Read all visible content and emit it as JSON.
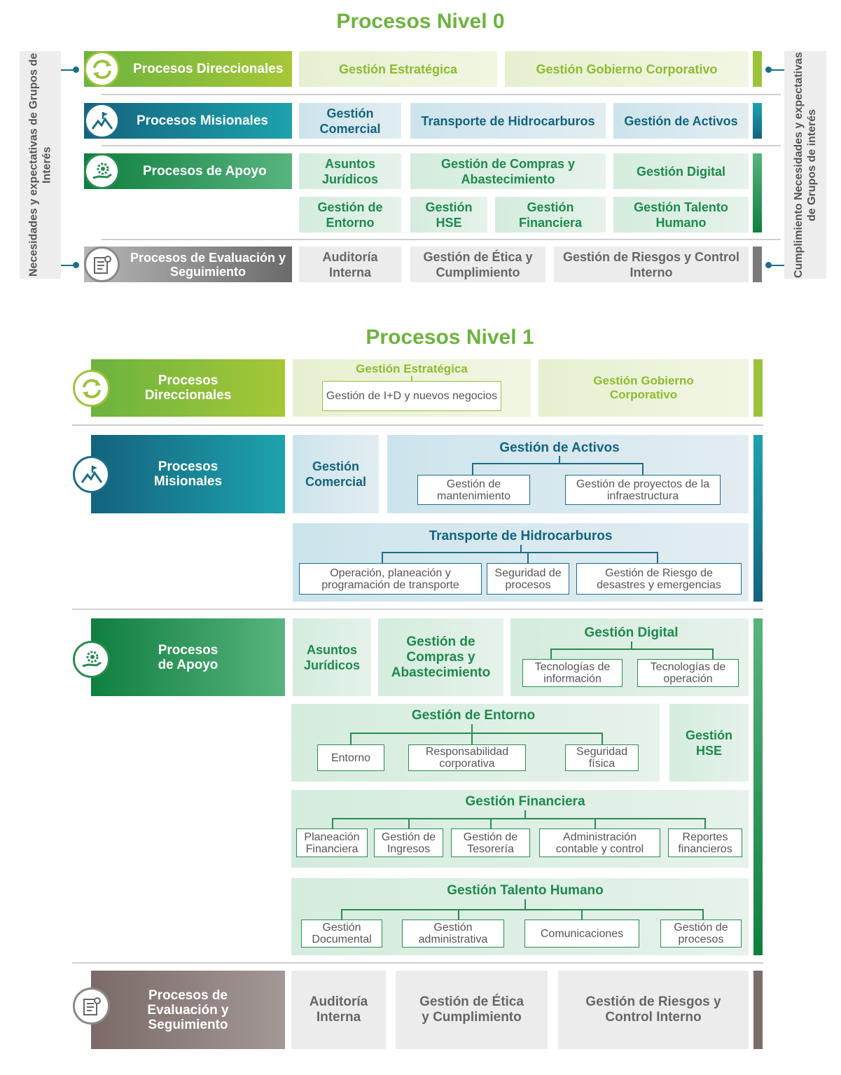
{
  "nivel0": {
    "title": "Procesos Nivel 0",
    "left_vertical": "Necesidades y expectativas de Grupos de Interés",
    "right_vertical": "Cumplimiento  Necesidades y expectativas de Grupos de interés",
    "direccionales": {
      "label": "Procesos Direccionales",
      "items": [
        "Gestión Estratégica",
        "Gestión Gobierno Corporativo"
      ]
    },
    "misionales": {
      "label": "Procesos Misionales",
      "items": [
        "Gestión Comercial",
        "Transporte de Hidrocarburos",
        "Gestión de Activos"
      ]
    },
    "apoyo": {
      "label": "Procesos de Apoyo",
      "items": [
        "Asuntos Jurídicos",
        "Gestión de Compras y Abastecimiento",
        "Gestión Digital",
        "Gestión de Entorno",
        "Gestión HSE",
        "Gestión Financiera",
        "Gestión Talento Humano"
      ]
    },
    "evaluacion": {
      "label": "Procesos de Evaluación y Seguimiento",
      "items": [
        "Auditoría Interna",
        "Gestión de Ética y Cumplimiento",
        "Gestión de Riesgos y Control Interno"
      ]
    }
  },
  "nivel1": {
    "title": "Procesos Nivel 1",
    "direccionales": {
      "label": "Procesos Direccionales",
      "estrategica": {
        "title": "Gestión  Estratégica",
        "subs": [
          "Gestión de I+D y nuevos negocios"
        ]
      },
      "gobierno": "Gestión Gobierno Corporativo"
    },
    "misionales": {
      "label": "Procesos Misionales",
      "comercial": "Gestión Comercial",
      "activos": {
        "title": "Gestión de Activos",
        "subs": [
          "Gestión de mantenimiento",
          "Gestión de proyectos de la infraestructura"
        ]
      },
      "transporte": {
        "title": "Transporte de Hidrocarburos",
        "subs": [
          "Operación, planeación y programación de transporte",
          "Seguridad de procesos",
          "Gestión de Riesgo de desastres y emergencias"
        ]
      }
    },
    "apoyo": {
      "label": "Procesos de Apoyo",
      "juridicos": "Asuntos Jurídicos",
      "compras": "Gestión de Compras y Abastecimiento",
      "digital": {
        "title": "Gestión Digital",
        "subs": [
          "Tecnologías de información",
          "Tecnologías de operación"
        ]
      },
      "entorno": {
        "title": "Gestión de Entorno",
        "subs": [
          "Entorno",
          "Responsabilidad corporativa",
          "Seguridad física"
        ]
      },
      "hse": "Gestión HSE",
      "financiera": {
        "title": "Gestión Financiera",
        "subs": [
          "Planeación Financiera",
          "Gestión de Ingresos",
          "Gestión de Tesorería",
          "Administración contable y control",
          "Reportes financieros"
        ]
      },
      "talento": {
        "title": "Gestión Talento Humano",
        "subs": [
          "Gestión Documental",
          "Gestión administrativa",
          "Comunicaciones",
          "Gestión de procesos"
        ]
      }
    },
    "evaluacion": {
      "label": "Procesos de Evaluación y Seguimiento",
      "items": [
        "Auditoría Interna",
        "Gestión de Ética y Cumplimiento",
        "Gestión de Riesgos y Control Interno"
      ]
    }
  },
  "icons": [
    "cycle-icon",
    "mountain-flag-icon",
    "gear-hand-icon",
    "checklist-gear-icon"
  ],
  "colors": {
    "green_light": "#9cc23c",
    "blue": "#1b6d8b",
    "green": "#2b8a53",
    "gray": "#7a7a7a"
  }
}
